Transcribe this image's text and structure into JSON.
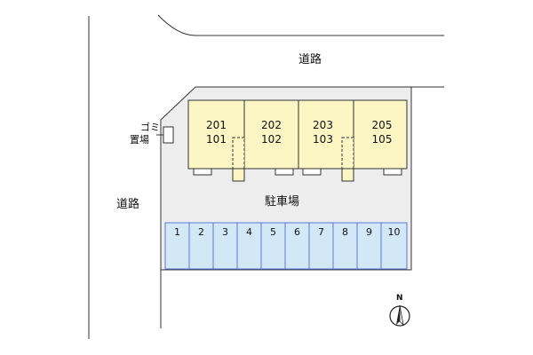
{
  "labels": {
    "road_top": "道路",
    "road_left": "道路",
    "parking": "駐車場",
    "garbage_line1": "ゴミ",
    "garbage_line2": "置場"
  },
  "units": [
    {
      "upper": "201",
      "lower": "101"
    },
    {
      "upper": "202",
      "lower": "102"
    },
    {
      "upper": "203",
      "lower": "103"
    },
    {
      "upper": "205",
      "lower": "105"
    }
  ],
  "parking_stalls": [
    "1",
    "2",
    "3",
    "4",
    "5",
    "6",
    "7",
    "8",
    "9",
    "10"
  ],
  "compass": {
    "label": "N"
  },
  "colors": {
    "building_fill": "#fbf6c4",
    "lot_fill": "#ededed",
    "stall_fill": "#d3e8f7",
    "stall_stroke": "#5a7ad8"
  }
}
